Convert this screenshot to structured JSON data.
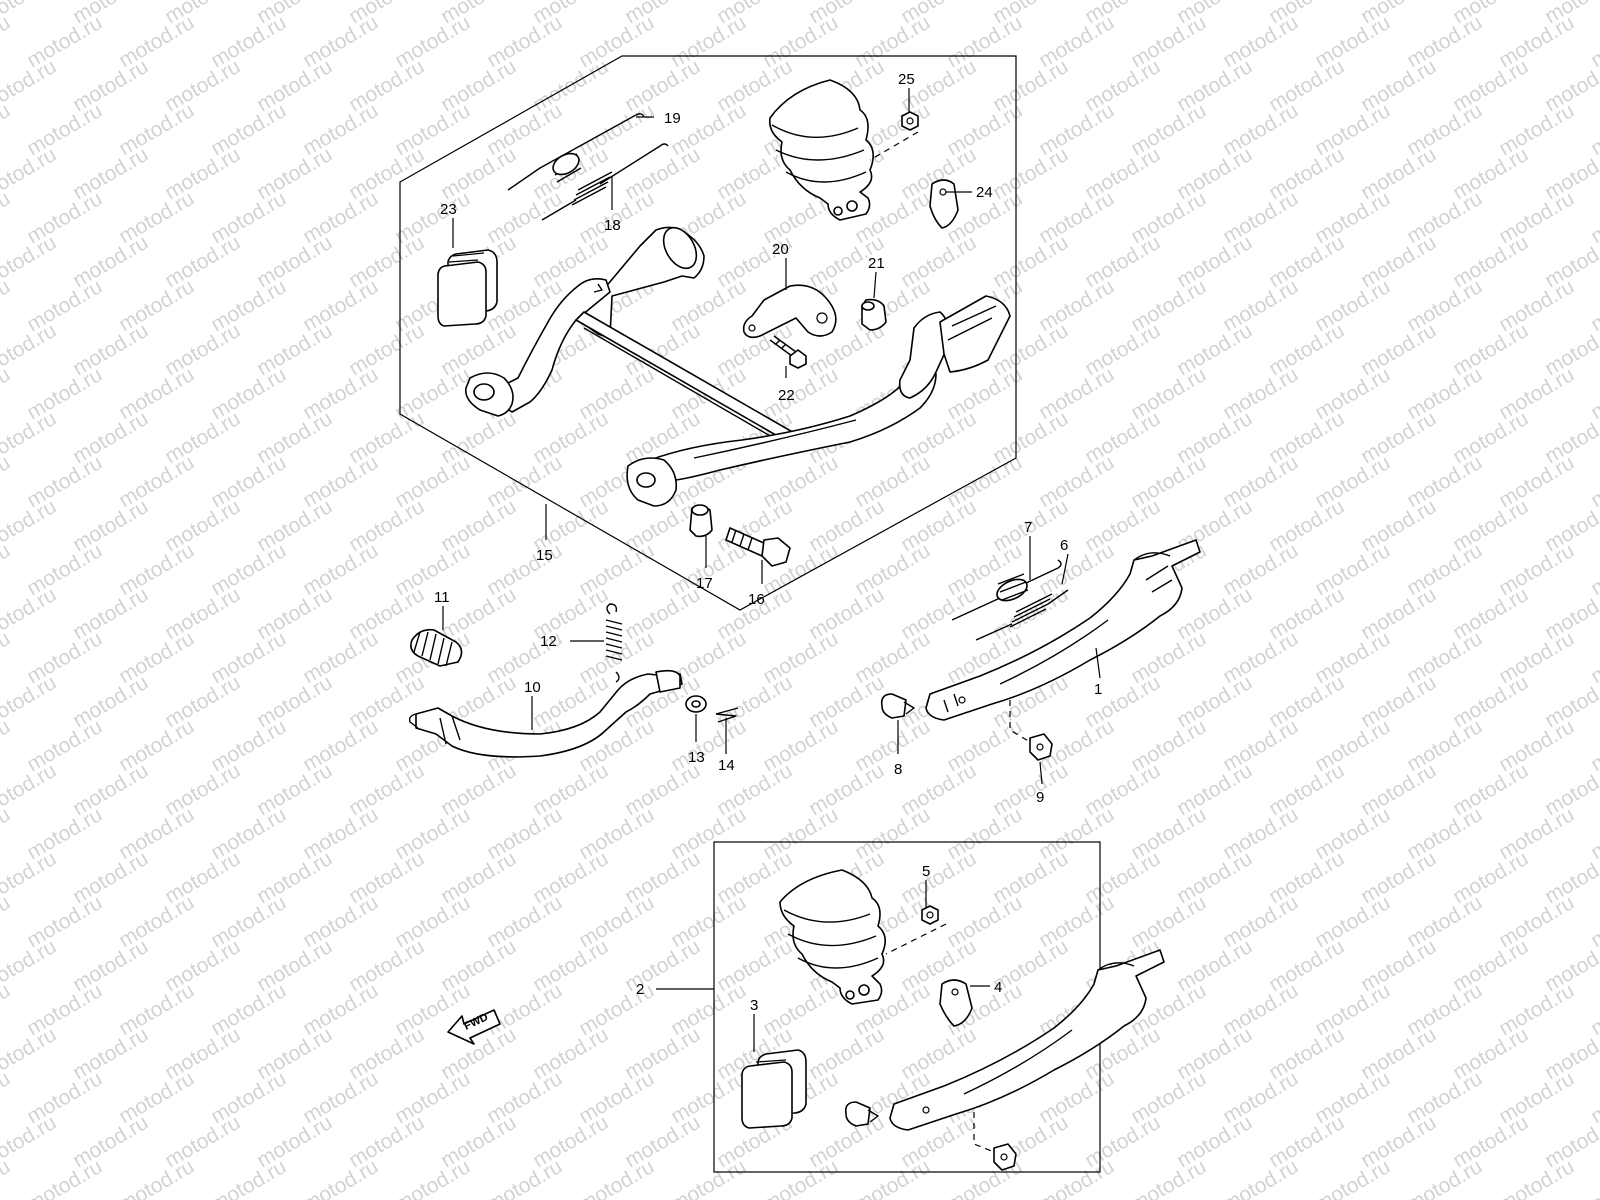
{
  "watermark": "motod.ru",
  "fwd_label": "FWD",
  "callouts": [
    {
      "id": "1",
      "text": "1"
    },
    {
      "id": "2",
      "text": "2"
    },
    {
      "id": "3",
      "text": "3"
    },
    {
      "id": "4",
      "text": "4"
    },
    {
      "id": "5",
      "text": "5"
    },
    {
      "id": "6",
      "text": "6"
    },
    {
      "id": "7",
      "text": "7"
    },
    {
      "id": "8",
      "text": "8"
    },
    {
      "id": "9",
      "text": "9"
    },
    {
      "id": "10",
      "text": "10"
    },
    {
      "id": "11",
      "text": "11"
    },
    {
      "id": "12",
      "text": "12"
    },
    {
      "id": "13",
      "text": "13"
    },
    {
      "id": "14",
      "text": "14"
    },
    {
      "id": "15",
      "text": "15"
    },
    {
      "id": "16",
      "text": "16"
    },
    {
      "id": "17",
      "text": "17"
    },
    {
      "id": "18",
      "text": "18"
    },
    {
      "id": "19",
      "text": "19"
    },
    {
      "id": "20",
      "text": "20"
    },
    {
      "id": "21",
      "text": "21"
    },
    {
      "id": "22",
      "text": "22"
    },
    {
      "id": "23",
      "text": "23"
    },
    {
      "id": "24",
      "text": "24"
    },
    {
      "id": "25",
      "text": "25"
    }
  ]
}
